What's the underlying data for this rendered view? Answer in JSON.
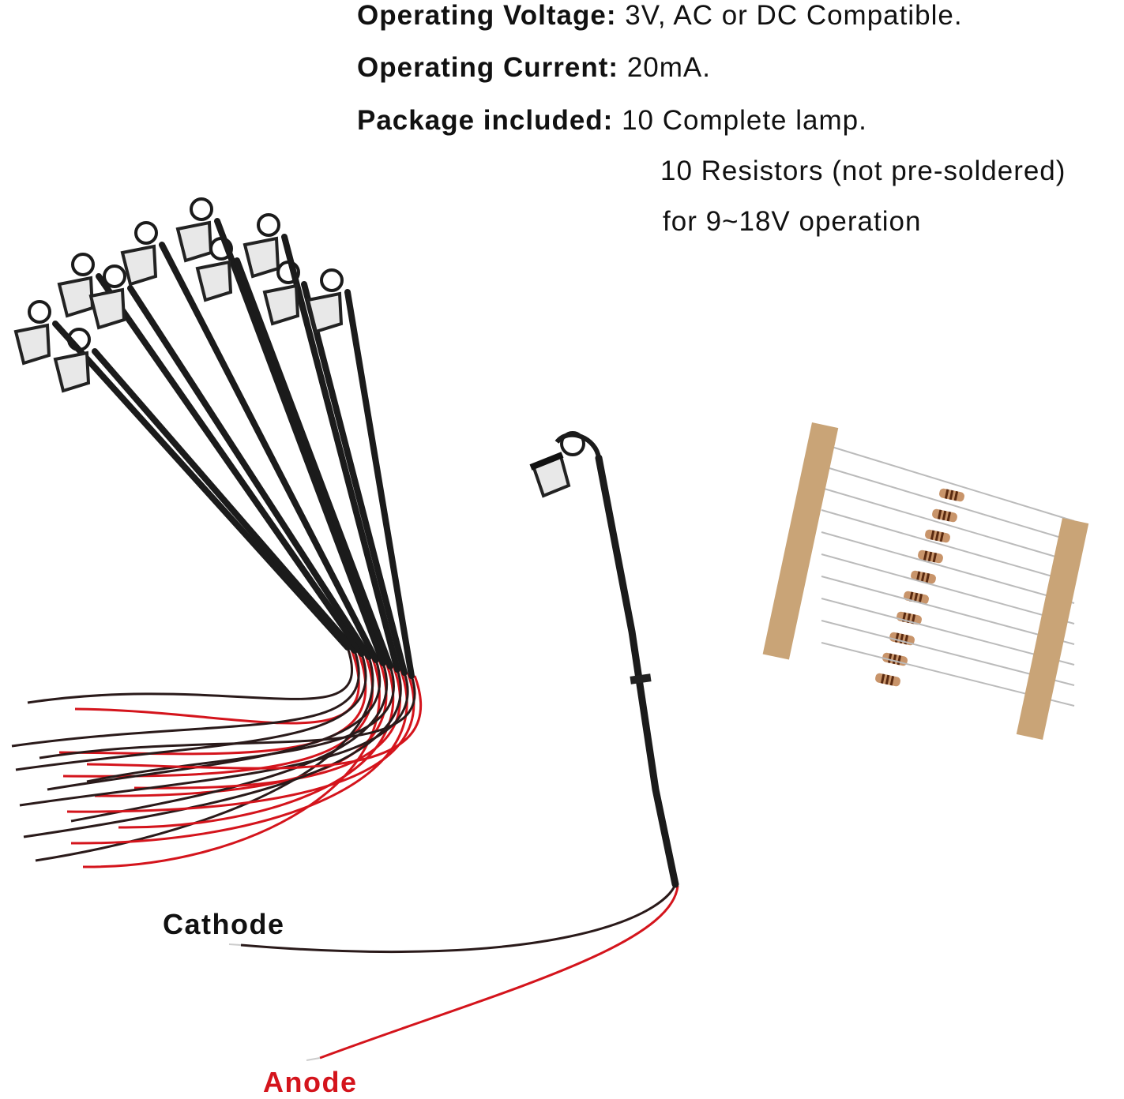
{
  "specs": {
    "voltage_label": "Operating Voltage:",
    "voltage_value": "3V, AC or DC Compatible.",
    "current_label": "Operating Current:",
    "current_value": "20mA.",
    "package_label": "Package included:",
    "package_lines": [
      "10 Complete lamp.",
      "10 Resistors (not pre-soldered)",
      "for 9~18V operation"
    ]
  },
  "labels": {
    "cathode": "Cathode",
    "anode": "Anode"
  },
  "colors": {
    "wire_black": "#2a1a1a",
    "wire_red": "#d4141c",
    "anode_text": "#d4141c",
    "tape": "#c9a477"
  }
}
